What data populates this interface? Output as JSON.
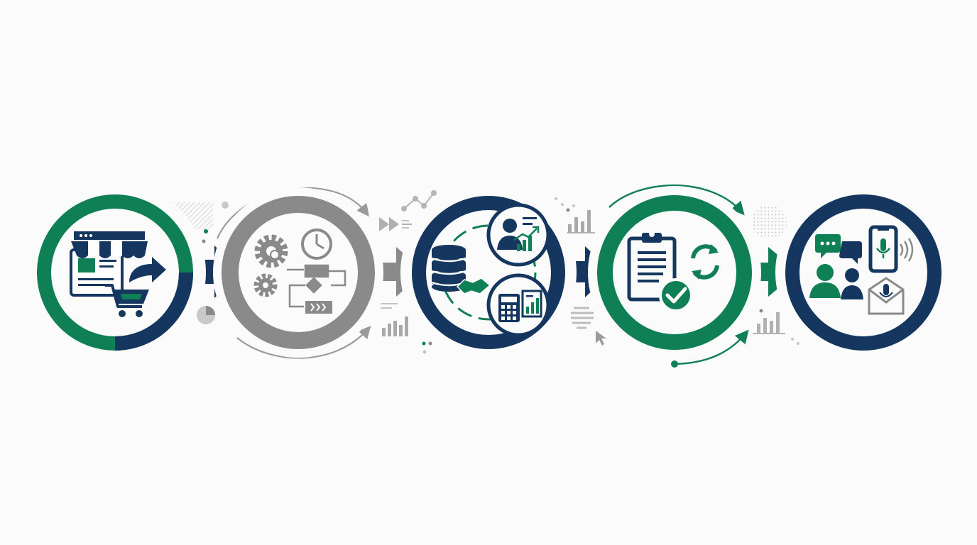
{
  "colors": {
    "navy": "#14365f",
    "green": "#0f7f55",
    "gray": "#8a8a8a",
    "light_gray": "#b9b9b9",
    "background": "#fbfbfb"
  },
  "stages": [
    {
      "id": "storefront",
      "ring_colors": [
        "green",
        "navy"
      ],
      "icons": [
        "storefront-icon",
        "web-page-icon",
        "shopping-cart-icon",
        "curved-arrow-icon"
      ]
    },
    {
      "id": "processing",
      "ring_colors": [
        "gray"
      ],
      "icons": [
        "gear-icon",
        "clock-icon",
        "flowchart-icon",
        "conveyor-icon"
      ]
    },
    {
      "id": "data-finance",
      "ring_colors": [
        "navy",
        "green"
      ],
      "icons": [
        "database-icon",
        "handshake-icon",
        "user-growth-icon",
        "calculator-icon",
        "document-chart-icon"
      ]
    },
    {
      "id": "verification",
      "ring_colors": [
        "green"
      ],
      "icons": [
        "clipboard-icon",
        "checkmark-icon",
        "refresh-icon"
      ]
    },
    {
      "id": "communication",
      "ring_colors": [
        "navy"
      ],
      "icons": [
        "chat-bubbles-icon",
        "people-icon",
        "smartphone-microphone-icon",
        "envelope-microphone-icon",
        "sound-waves-icon"
      ]
    }
  ],
  "connectors": [
    "navy",
    "gray",
    "navy",
    "green"
  ],
  "decorations": [
    "hatched-square-icon",
    "bar-chart-icon",
    "pie-chart-icon",
    "line-chart-icon",
    "fast-forward-icon",
    "dot-grid-icon",
    "cursor-icon",
    "bar-chart-icon"
  ]
}
